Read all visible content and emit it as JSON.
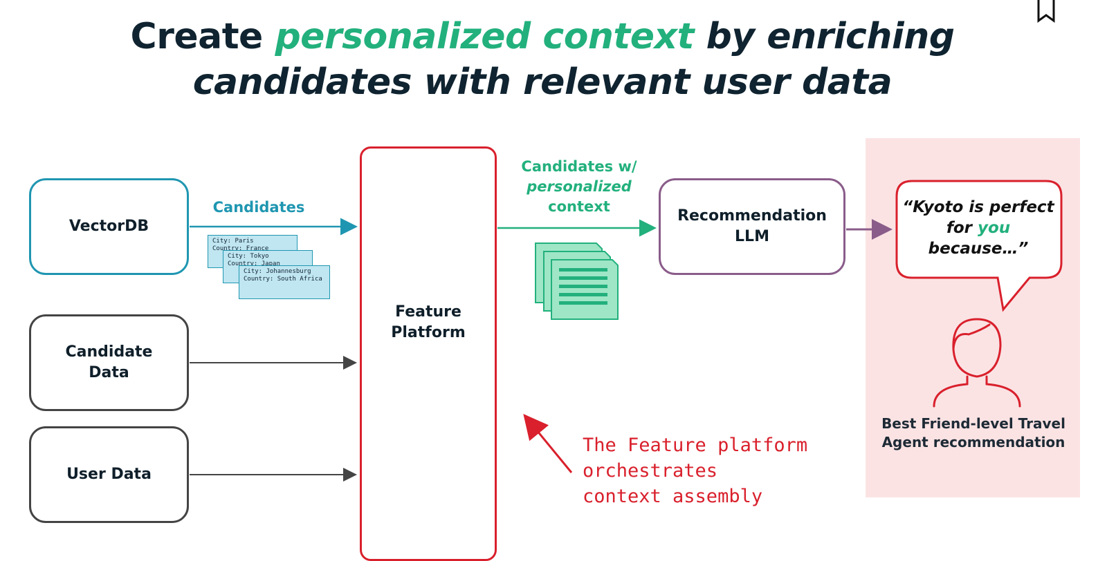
{
  "title": {
    "part1": "Create ",
    "accent": "personalized context",
    "part2": " by enriching",
    "line2": "candidates with relevant user data"
  },
  "nodes": {
    "vectordb": "VectorDB",
    "candidate_data": "Candidate Data",
    "user_data": "User Data",
    "feature_platform": "Feature Platform",
    "recommendation_llm": "Recommendation LLM"
  },
  "edges": {
    "candidates": "Candidates",
    "personalized_line1": "Candidates w/",
    "personalized_line2": "personalized",
    "personalized_line3": "context"
  },
  "cards": [
    {
      "line1": "City: Paris",
      "line2": "Country: France"
    },
    {
      "line1": "City: Tokyo",
      "line2": "Country: Japan"
    },
    {
      "line1": "City: Johannesburg",
      "line2": "Country: South Africa"
    }
  ],
  "speech": {
    "part1": "“Kyoto is perfect for ",
    "highlight": "you",
    "part2": " because…”"
  },
  "agent_label": "Best Friend-level Travel Agent recommendation",
  "annotation": {
    "line1": "The Feature platform",
    "line2": "orchestrates",
    "line3": "context assembly"
  },
  "colors": {
    "vectordb": "#1f96b1",
    "accent_green": "#22b07d",
    "feature_platform": "#d9202c",
    "llm": "#8a5c8a",
    "output_bg": "#fbe3e4"
  }
}
